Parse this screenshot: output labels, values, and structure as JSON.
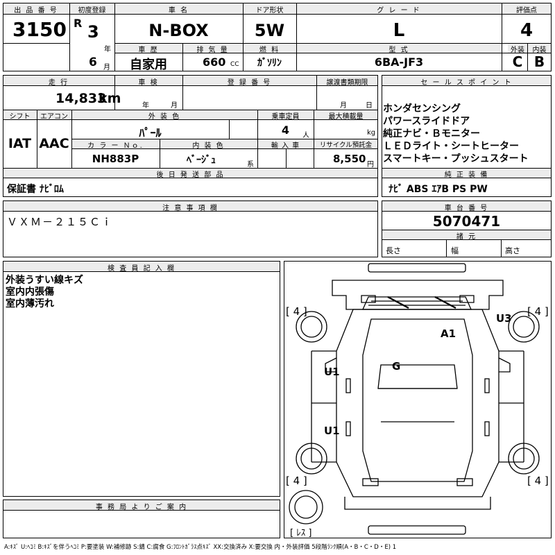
{
  "headers": {
    "lot_no": "出 品 番 号",
    "first_reg": "初度登録",
    "car_name": "車 名",
    "door": "ドア形状",
    "grade": "グ レ ー ド",
    "score": "評価点",
    "history": "車 歴",
    "displacement": "排 気 量",
    "fuel": "燃 料",
    "model_code": "型 式",
    "exterior": "外装",
    "interior": "内装",
    "mileage": "走 行",
    "inspection": "車 検",
    "reg_no": "登 録 番 号",
    "transfer_doc": "譲渡書類期限",
    "sales_point": "セ ー ル ス ポ イ ン ト",
    "shift": "シフト",
    "aircon": "エアコン",
    "ext_color": "外 装 色",
    "capacity": "乗車定員",
    "max_load": "最大積載量",
    "color_no": "カ ラ ー Ｎｏ.",
    "int_color": "内 装 色",
    "import": "輸 入 車",
    "recycle": "リサイクル預託金",
    "later_parts": "後 日 発 送 部 品",
    "genuine_equip": "純 正 装 備",
    "notes": "注 意 事 項 欄",
    "chassis_no": "車 台 番 号",
    "dimensions": "諸 元",
    "inspector": "検 査 員 記 入 欄",
    "office": "事 務 局 よ り ご 案 内"
  },
  "values": {
    "lot_no": "3150",
    "era": "R",
    "year": "3",
    "year_unit": "年",
    "month": "6",
    "month_unit": "月",
    "car_name": "N-BOX",
    "door": "5W",
    "grade": "L",
    "score": "4",
    "history": "自家用",
    "displacement": "660",
    "displacement_unit": "CC",
    "fuel": "ｶﾞｿﾘﾝ",
    "model_code": "6BA-JF3",
    "exterior": "C",
    "interior": "B",
    "mileage": "14,833",
    "mileage_unit": "km",
    "insp_year_unit": "年",
    "insp_month_unit": "月",
    "doc_month_unit": "月",
    "doc_day_unit": "日",
    "shift": "IAT",
    "aircon": "AAC",
    "ext_color": "ﾊﾟｰﾙ",
    "capacity": "4",
    "capacity_unit": "人",
    "max_load_unit": "kg",
    "color_no": "NH883P",
    "int_color": "ﾍﾞｰｼﾞｭ",
    "int_color_unit": "系",
    "recycle": "8,550",
    "recycle_unit": "円",
    "later_parts": "保証書 ﾅﾋﾞﾛﾑ",
    "genuine_equip": "ﾅﾋﾞ ABS ｴｱB PS PW",
    "notes": "ＶＸＭ－２１５Ｃｉ",
    "chassis_no": "5070471",
    "dim_length": "長さ",
    "dim_width": "幅",
    "dim_height": "高さ"
  },
  "sales_points": [
    "ホンダセンシング",
    "パワースライドドア",
    "純正ナビ・Ｂモニター",
    "ＬＥＤライト・シートヒーター",
    "スマートキー・プッシュスタート"
  ],
  "inspector_notes": [
    "外装うすい線キズ",
    "室内内張傷",
    "室内薄汚れ"
  ],
  "diagram": {
    "tire_fl": "[ 4 ]",
    "tire_fr": "[ 4 ]",
    "tire_rl": "[ 4 ]",
    "tire_rr": "[ 4 ]",
    "spare": "[ ﾚｽ ]",
    "mark_u3": "U3",
    "mark_a1": "A1",
    "mark_g": "G",
    "mark_u1_front": "U1",
    "mark_u1_rear": "U1"
  },
  "legend": "A:ｷｽﾞ U:ﾍｺﾐ B:ｷｽﾞを伴うﾍｺﾐ P:要塗装 W:補修跡 S:錆 C:腐食 G:ﾌﾛﾝﾄｶﾞﾗｽ点ｷｽﾞ XX:交換済み X:要交換 内・外装評価 5段階ﾗﾝｸ順(A・B・C・D・E) 1"
}
